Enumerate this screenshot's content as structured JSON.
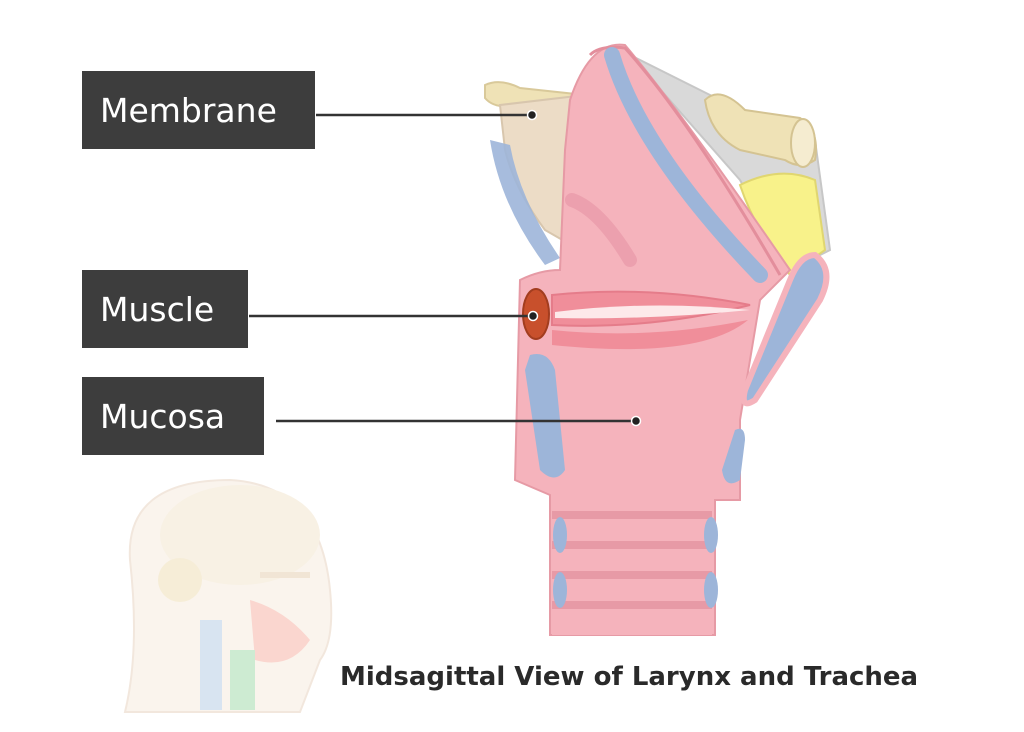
{
  "labels": {
    "membrane": "Membrane",
    "muscle": "Muscle",
    "mucosa": "Mucosa"
  },
  "caption": "Midsagittal View of Larynx and Trachea",
  "colors": {
    "label_bg": "#3d3d3d",
    "mucosa_pink": "#f5b3bc",
    "cartilage_blue": "#9db5d9",
    "muscle_red": "#c8502c",
    "membrane_tan": "#ecdcc6",
    "fat_yellow": "#f8f28a",
    "ligament_gray": "#d9d9d9"
  }
}
